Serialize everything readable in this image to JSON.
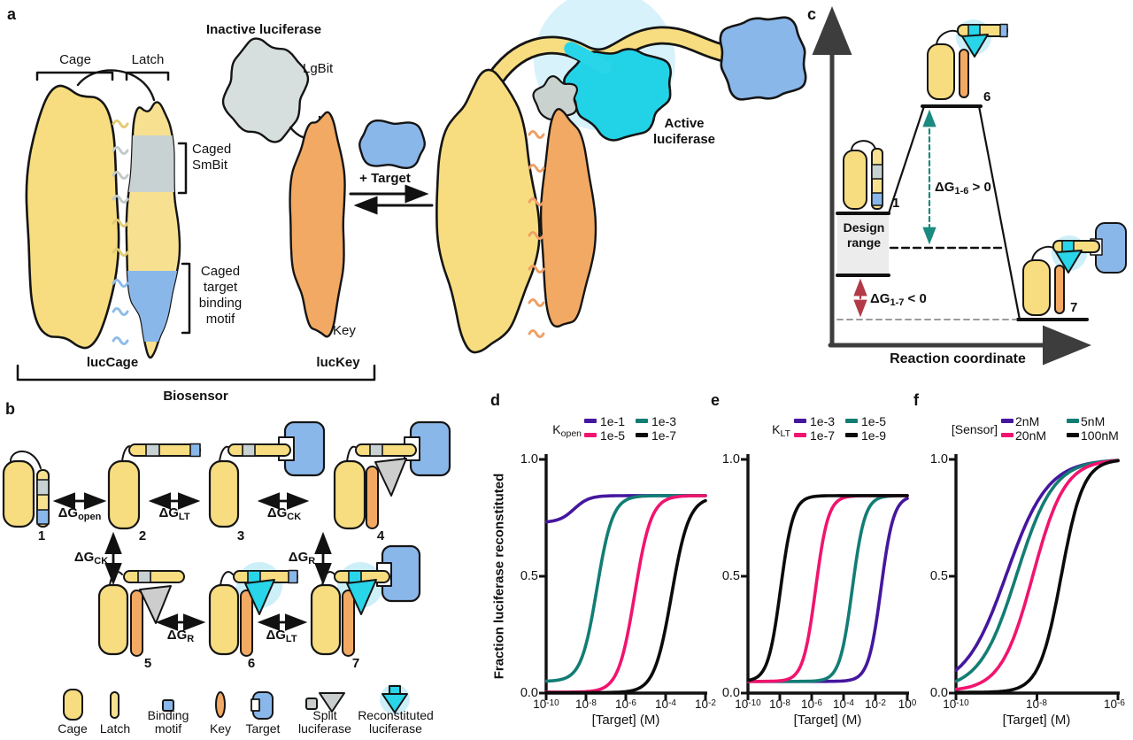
{
  "panel_letters": {
    "a": "a",
    "b": "b",
    "c": "c",
    "d": "d",
    "e": "e",
    "f": "f"
  },
  "panel_a": {
    "cage": "Cage",
    "latch": "Latch",
    "inactive_luciferase": "Inactive luciferase",
    "lgbit": "LgBit",
    "caged_smbit": [
      "Caged",
      "SmBit"
    ],
    "caged_target": [
      "Caged",
      "target",
      "binding",
      "motif"
    ],
    "key": "Key",
    "luccage": "lucCage",
    "luckey": "lucKey",
    "biosensor": "Biosensor",
    "plus_target": "+ Target",
    "active_luciferase": [
      "Active",
      "luciferase"
    ]
  },
  "panel_b": {
    "states": [
      "1",
      "2",
      "3",
      "4",
      "5",
      "6",
      "7"
    ],
    "dg": {
      "base": "ΔG",
      "open": "open",
      "lt": "LT",
      "ck": "CK",
      "r": "R"
    },
    "legend": {
      "cage": "Cage",
      "latch": "Latch",
      "binding": [
        "Binding",
        "motif"
      ],
      "key": "Key",
      "target": "Target",
      "split": [
        "Split",
        "luciferase"
      ],
      "recon": [
        "Reconstituted",
        "luciferase"
      ]
    }
  },
  "panel_c": {
    "design_range": [
      "Design",
      "range"
    ],
    "dg16": {
      "base": "ΔG",
      "sub": "1-6",
      "rest": " > 0"
    },
    "dg17": {
      "base": "ΔG",
      "sub": "1-7",
      "rest": " < 0"
    },
    "s1": "1",
    "s6": "6",
    "s7": "7",
    "x_label": "Reaction coordinate"
  },
  "chart_data": [
    {
      "id": "d",
      "type": "line",
      "legend_title": {
        "base": "K",
        "sub": "open"
      },
      "xlabel": "[Target] (M)",
      "ylabel": "Fraction luciferase reconstituted",
      "x_scale": "log10",
      "xlim_log10": [
        -10,
        -2
      ],
      "ylim": [
        0,
        1
      ],
      "grid": false,
      "x_ticks": [
        {
          "base": "10",
          "exp": "-10"
        },
        {
          "base": "10",
          "exp": "-8"
        },
        {
          "base": "10",
          "exp": "-6"
        },
        {
          "base": "10",
          "exp": "-4"
        },
        {
          "base": "10",
          "exp": "-2"
        }
      ],
      "y_ticks": [
        "1.0",
        "0.5",
        "0.0"
      ],
      "series": [
        {
          "name": "1e-1",
          "color": "#45179E",
          "baseline": 0.73,
          "plateau": 0.845,
          "log10_ec50": -8.6,
          "hill": 1.15
        },
        {
          "name": "1e-3",
          "color": "#127D74",
          "baseline": 0.05,
          "plateau": 0.845,
          "log10_ec50": -7.45,
          "hill": 1.1
        },
        {
          "name": "1e-5",
          "color": "#F1146E",
          "baseline": 0.004,
          "plateau": 0.845,
          "log10_ec50": -5.55,
          "hill": 1.05
        },
        {
          "name": "1e-7",
          "color": "#0B0B0B",
          "baseline": 0.002,
          "plateau": 0.84,
          "log10_ec50": -3.7,
          "hill": 1.0
        }
      ]
    },
    {
      "id": "e",
      "type": "line",
      "legend_title": {
        "base": "K",
        "sub": "LT"
      },
      "xlabel": "[Target] (M)",
      "ylabel": "",
      "x_scale": "log10",
      "xlim_log10": [
        -10,
        0
      ],
      "ylim": [
        0,
        1
      ],
      "grid": false,
      "x_ticks": [
        {
          "base": "10",
          "exp": "-10"
        },
        {
          "base": "10",
          "exp": "-8"
        },
        {
          "base": "10",
          "exp": "-6"
        },
        {
          "base": "10",
          "exp": "-4"
        },
        {
          "base": "10",
          "exp": "-2"
        },
        {
          "base": "10",
          "exp": "0"
        }
      ],
      "y_ticks": [
        "1.0",
        "0.5",
        "0.0"
      ],
      "series": [
        {
          "name": "1e-3",
          "color": "#45179E",
          "baseline": 0.05,
          "plateau": 0.845,
          "log10_ec50": -1.65,
          "hill": 1.1
        },
        {
          "name": "1e-5",
          "color": "#127D74",
          "baseline": 0.05,
          "plateau": 0.845,
          "log10_ec50": -3.45,
          "hill": 1.1
        },
        {
          "name": "1e-7",
          "color": "#F1146E",
          "baseline": 0.05,
          "plateau": 0.845,
          "log10_ec50": -5.75,
          "hill": 1.1
        },
        {
          "name": "1e-9",
          "color": "#0B0B0B",
          "baseline": 0.05,
          "plateau": 0.845,
          "log10_ec50": -7.95,
          "hill": 1.1
        }
      ]
    },
    {
      "id": "f",
      "type": "line",
      "legend_title": {
        "base": "[Sensor]",
        "sub": ""
      },
      "xlabel": "[Target] (M)",
      "ylabel": "",
      "x_scale": "log10",
      "xlim_log10": [
        -10,
        -6
      ],
      "ylim": [
        0,
        1
      ],
      "grid": false,
      "x_ticks": [
        {
          "base": "10",
          "exp": "-10"
        },
        {
          "base": "10",
          "exp": "-8"
        },
        {
          "base": "10",
          "exp": "-6"
        }
      ],
      "y_ticks": [
        "1.0",
        "0.5",
        "0.0"
      ],
      "series": [
        {
          "name": "2nM",
          "color": "#45179E",
          "baseline": 0.02,
          "plateau": 1.0,
          "log10_ec50": -8.75,
          "hill": 0.85
        },
        {
          "name": "5nM",
          "color": "#127D74",
          "baseline": 0.015,
          "plateau": 1.0,
          "log10_ec50": -8.5,
          "hill": 0.95
        },
        {
          "name": "20nM",
          "color": "#F1146E",
          "baseline": 0.008,
          "plateau": 1.0,
          "log10_ec50": -8.1,
          "hill": 1.1
        },
        {
          "name": "100nM",
          "color": "#0B0B0B",
          "baseline": 0.003,
          "plateau": 1.0,
          "log10_ec50": -7.4,
          "hill": 1.6
        }
      ]
    }
  ]
}
